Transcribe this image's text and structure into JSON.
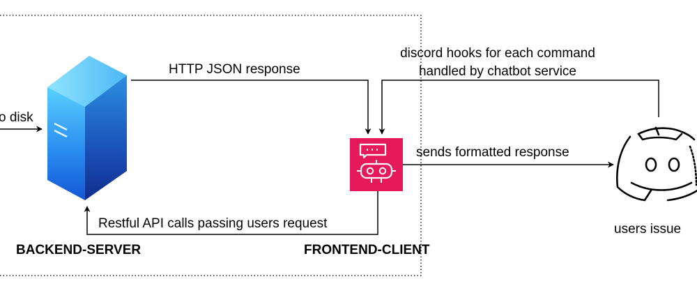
{
  "labels": {
    "to_disk": "o disk",
    "http_json": "HTTP JSON response",
    "discord_hooks_line1": "discord hooks for each command",
    "discord_hooks_line2": "handled by chatbot service",
    "sends_formatted": "sends formatted response",
    "restful": "Restful API calls passing users request",
    "backend": "BACKEND-SERVER",
    "frontend": "FRONTEND-CLIENT",
    "users_issue": "users issue"
  },
  "icons": {
    "server": "server-icon",
    "chatbot": "chatbot-robot-icon",
    "discord": "discord-logo-icon"
  },
  "colors": {
    "server_light": "#4fc3f7",
    "server_dark": "#1565c0",
    "chatbot_bg": "#e6195a",
    "line": "#000000"
  }
}
